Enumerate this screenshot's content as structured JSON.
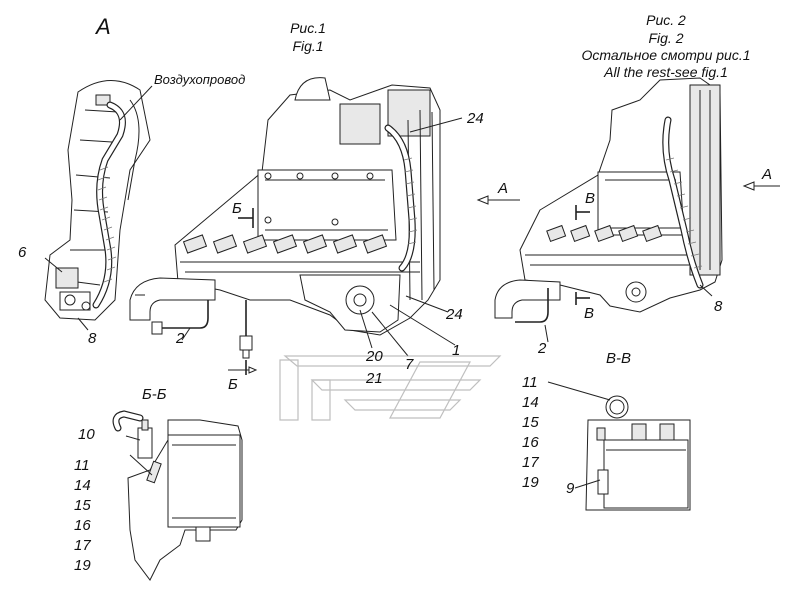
{
  "view_a": {
    "title": "A",
    "air_duct_label": "Воздухопровод",
    "labels": [
      "6",
      "8"
    ]
  },
  "fig1": {
    "title_ru": "Рис.1",
    "title_en": "Fig.1",
    "arrow_a": "А",
    "section_b": "Б",
    "section_b_bottom": "Б",
    "labels": {
      "l24_top": "24",
      "l24_bottom": "24",
      "l2": "2",
      "l20": "20",
      "l21": "21",
      "l7": "7",
      "l1": "1"
    }
  },
  "fig2": {
    "title_ru": "Рис. 2",
    "title_en": "Fig. 2",
    "note_ru": "Остальное смотри рис.1",
    "note_en": "All the rest-see fig.1",
    "arrow_a": "А",
    "section_v_top": "В",
    "section_v_bottom": "В",
    "labels": {
      "l8": "8",
      "l2": "2"
    }
  },
  "section_bb": {
    "title": "Б-Б",
    "l10": "10",
    "stack": [
      "11",
      "14",
      "15",
      "16",
      "17",
      "19"
    ]
  },
  "section_vv": {
    "title": "В-В",
    "stack": [
      "11",
      "14",
      "15",
      "16",
      "17",
      "19"
    ],
    "l9": "9"
  }
}
